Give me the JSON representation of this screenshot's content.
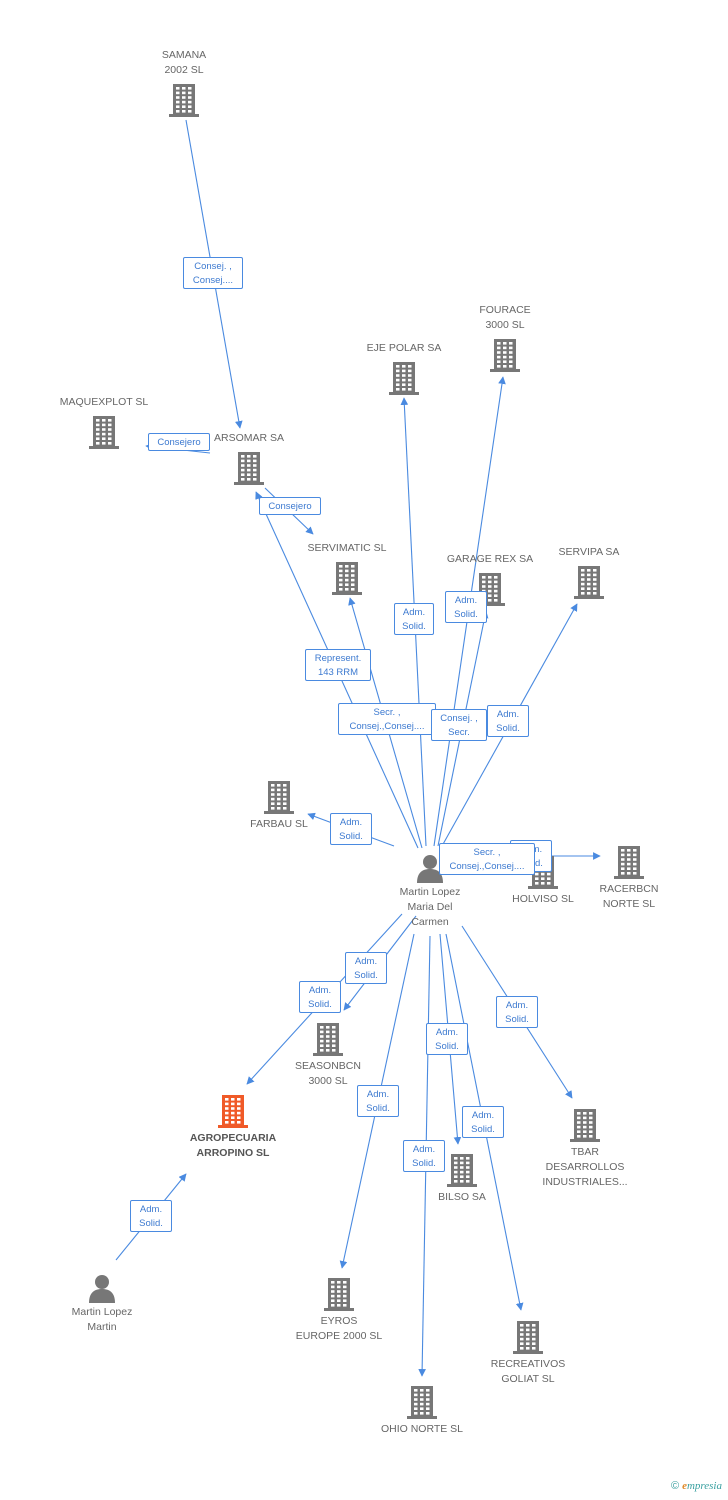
{
  "colors": {
    "edge": "#4a8ae0",
    "company": "#777777",
    "highlight": "#f05a28",
    "person": "#777777"
  },
  "nodes": [
    {
      "id": "samana",
      "type": "company",
      "label": [
        "SAMANA",
        "2002 SL"
      ]
    },
    {
      "id": "fourace",
      "type": "company",
      "label": [
        "FOURACE",
        "3000 SL"
      ]
    },
    {
      "id": "ejepolar",
      "type": "company",
      "label": [
        "EJE POLAR SA"
      ]
    },
    {
      "id": "maquexplot",
      "type": "company",
      "label": [
        "MAQUEXPLOT SL"
      ]
    },
    {
      "id": "arsomar",
      "type": "company",
      "label": [
        "ARSOMAR SA"
      ]
    },
    {
      "id": "servimatic",
      "type": "company",
      "label": [
        "SERVIMATIC SL"
      ]
    },
    {
      "id": "garagerex",
      "type": "company",
      "label": [
        "GARAGE REX SA"
      ]
    },
    {
      "id": "servipa",
      "type": "company",
      "label": [
        "SERVIPA SA"
      ]
    },
    {
      "id": "farbau",
      "type": "company",
      "label": [
        "FARBAU  SL"
      ]
    },
    {
      "id": "holviso",
      "type": "company",
      "label": [
        "HOLVISO SL"
      ]
    },
    {
      "id": "racerbcn",
      "type": "company",
      "label": [
        "RACERBCN",
        "NORTE SL"
      ]
    },
    {
      "id": "martin_maria",
      "type": "person",
      "label": [
        "Martin Lopez",
        "Maria Del",
        "Carmen"
      ]
    },
    {
      "id": "seasonbcn",
      "type": "company",
      "label": [
        "SEASONBCN",
        "3000 SL"
      ]
    },
    {
      "id": "agropecuaria",
      "type": "highlight",
      "label": [
        "AGROPECUARIA",
        "ARROPINO SL"
      ]
    },
    {
      "id": "tbar",
      "type": "company",
      "label": [
        "TBAR",
        "DESARROLLOS",
        "INDUSTRIALES..."
      ]
    },
    {
      "id": "bilso",
      "type": "company",
      "label": [
        "BILSO SA"
      ]
    },
    {
      "id": "martin_martin",
      "type": "person",
      "label": [
        "Martin Lopez",
        "Martin"
      ]
    },
    {
      "id": "eyros",
      "type": "company",
      "label": [
        "EYROS",
        "EUROPE 2000 SL"
      ]
    },
    {
      "id": "recreativos",
      "type": "company",
      "label": [
        "RECREATIVOS",
        "GOLIAT SL"
      ]
    },
    {
      "id": "ohionorte",
      "type": "company",
      "label": [
        "OHIO NORTE SL"
      ]
    }
  ],
  "edges": [
    {
      "from": "samana",
      "to": "arsomar",
      "label": [
        "Consej. ,",
        "Consej...."
      ]
    },
    {
      "from": "arsomar",
      "to": "maquexplot",
      "label": [
        "Consejero"
      ]
    },
    {
      "from": "arsomar",
      "to": "servimatic",
      "label": [
        "Consejero"
      ]
    },
    {
      "from": "martin_maria",
      "to": "arsomar",
      "label": [
        "Represent.",
        "143 RRM"
      ]
    },
    {
      "from": "martin_maria",
      "to": "servimatic",
      "label": [
        "Secr. ,",
        "Consej.,Consej...."
      ]
    },
    {
      "from": "martin_maria",
      "to": "ejepolar",
      "label": [
        "Adm.",
        "Solid."
      ]
    },
    {
      "from": "martin_maria",
      "to": "fourace",
      "label": [
        "Consej. ,",
        "Secr."
      ]
    },
    {
      "from": "martin_maria",
      "to": "garagerex",
      "label": [
        "Adm.",
        "Solid."
      ]
    },
    {
      "from": "martin_maria",
      "to": "servipa",
      "label": [
        "Adm.",
        "Solid."
      ]
    },
    {
      "from": "martin_maria",
      "to": "farbau",
      "label": [
        "Adm.",
        "Solid."
      ]
    },
    {
      "from": "martin_maria",
      "to": "holviso",
      "label": [
        "Adm.",
        "Solid."
      ]
    },
    {
      "from": "martin_maria",
      "to": "racerbcn",
      "label": [
        "Secr. ,",
        "Consej.,Consej...."
      ]
    },
    {
      "from": "martin_maria",
      "to": "seasonbcn",
      "label": [
        "Adm.",
        "Solid."
      ]
    },
    {
      "from": "martin_maria",
      "to": "agropecuaria",
      "label": [
        "Adm.",
        "Solid."
      ]
    },
    {
      "from": "martin_maria",
      "to": "tbar",
      "label": [
        "Adm.",
        "Solid."
      ]
    },
    {
      "from": "martin_maria",
      "to": "eyros",
      "label": [
        "Adm.",
        "Solid."
      ]
    },
    {
      "from": "martin_maria",
      "to": "bilso",
      "label": [
        "Adm.",
        "Solid."
      ]
    },
    {
      "from": "martin_maria",
      "to": "recreativos",
      "label": [
        "Adm.",
        "Solid."
      ]
    },
    {
      "from": "martin_maria",
      "to": "ohionorte",
      "label": [
        "Adm.",
        "Solid."
      ]
    },
    {
      "from": "martin_martin",
      "to": "agropecuaria",
      "label": [
        "Adm.",
        "Solid."
      ]
    }
  ],
  "footer": {
    "copyright": "©",
    "brand_first": "e",
    "brand_rest": "mpresia"
  }
}
